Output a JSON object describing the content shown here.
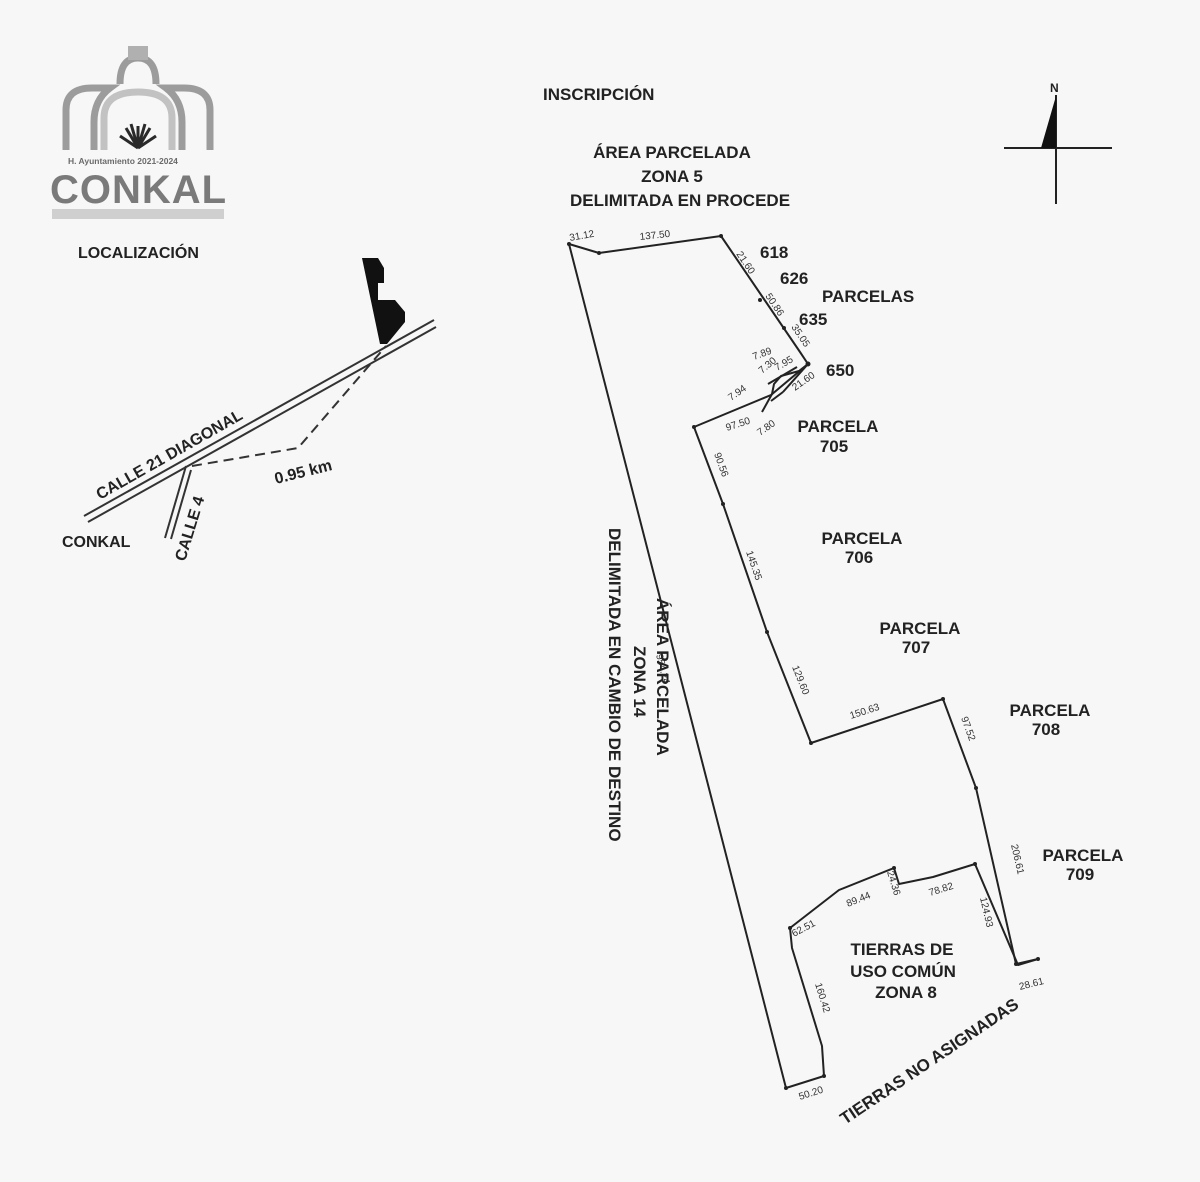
{
  "logo": {
    "subtitle": "H. Ayuntamiento 2021-2024",
    "name": "CONKAL"
  },
  "localizacion": {
    "title": "LOCALIZACIÓN",
    "road_main": "CALLE 21 DIAGONAL",
    "road_side": "CALLE 4",
    "town": "CONKAL",
    "distance": "0.95 km"
  },
  "plan": {
    "title": "INSCRIPCIÓN",
    "north": "N",
    "zone5": [
      "ÁREA PARCELADA",
      "ZONA 5",
      "DELIMITADA EN PROCEDE"
    ],
    "zone14": [
      "ÁREA PARCELADA",
      "ZONA 14",
      "DELIMITADA EN CAMBIO DE DESTINO"
    ],
    "parcel_numbers": [
      "618",
      "626",
      "635",
      "650"
    ],
    "parcelas_label": "PARCELAS",
    "parcels": [
      [
        "PARCELA",
        "705"
      ],
      [
        "PARCELA",
        "706"
      ],
      [
        "PARCELA",
        "707"
      ],
      [
        "PARCELA",
        "708"
      ],
      [
        "PARCELA",
        "709"
      ]
    ],
    "common": [
      "TIERRAS DE",
      "USO COMÚN",
      "ZONA 8"
    ],
    "unassigned": "TIERRAS NO ASIGNADAS",
    "dimensions": {
      "d_31_12": "31.12",
      "d_137_50": "137.50",
      "d_21_60a": "21.60",
      "d_50_86": "50.86",
      "d_35_05": "35.05",
      "d_7_89": "7.89",
      "d_7_30": "7.30",
      "d_7_95": "7.95",
      "d_21_60b": "21.60",
      "d_7_94": "7.94",
      "d_97_50": "97.50",
      "d_7_80": "7.80",
      "d_90_56": "90.56",
      "d_145_35": "145.35",
      "d_129_60": "129.60",
      "d_150_63": "150.63",
      "d_97_52": "97.52",
      "d_206_61": "206.61",
      "d_28_61": "28.61",
      "d_124_93": "124.93",
      "d_78_82": "78.82",
      "d_24_36": "24.36",
      "d_89_44": "89.44",
      "d_62_51": "62.51",
      "d_160_42": "160.42",
      "d_50_20": "50.20",
      "d_954_24": "954.24"
    }
  }
}
